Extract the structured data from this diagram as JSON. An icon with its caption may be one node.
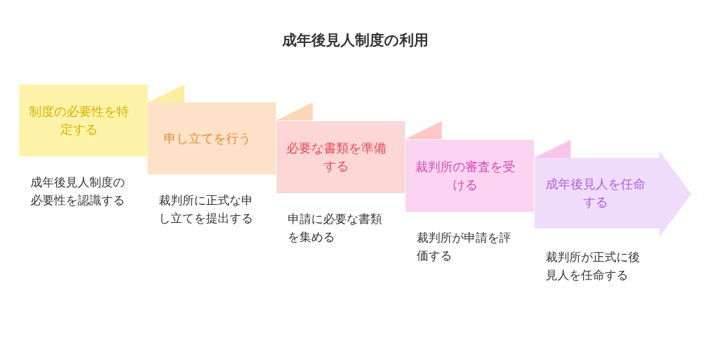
{
  "diagram": {
    "title": "成年後見人制度の利用",
    "nodes": [
      {
        "text": [
          "制度の必要性を特定する"
        ],
        "beside": [
          "成年後見人制度の必要性を認識する"
        ]
      },
      {
        "text": [
          "申し立てを行う"
        ],
        "beside": [
          "裁判所に正式な申し立てを提出する"
        ]
      },
      {
        "text": [
          "必要な書類を準備する"
        ],
        "beside": [
          "申請に必要な書類を集める"
        ]
      },
      {
        "text": [
          "裁判所の審査を受ける"
        ],
        "beside": [
          "裁判所が申請を評価する"
        ]
      },
      {
        "text": [
          "成年後見人を任命する"
        ],
        "beside": [
          "裁判所が正式に後見人を任命する"
        ]
      }
    ]
  }
}
